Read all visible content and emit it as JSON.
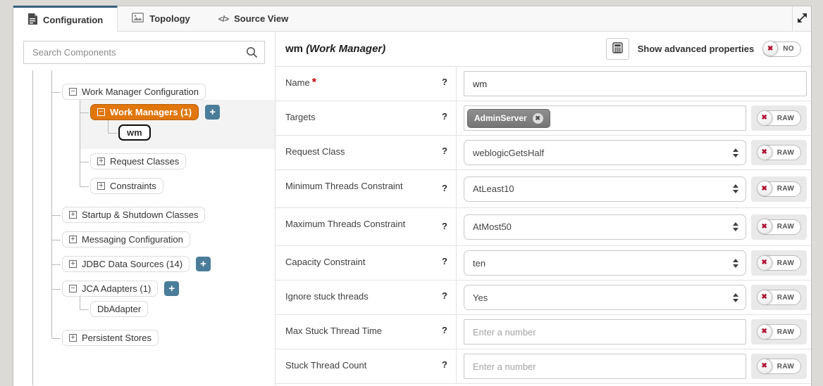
{
  "topbar": {
    "tabs": [
      {
        "label": "Configuration",
        "icon": "document-icon",
        "active": true
      },
      {
        "label": "Topology",
        "icon": "image-icon",
        "active": false
      },
      {
        "label": "Source View",
        "icon": "code-icon",
        "active": false
      }
    ],
    "expand_icon": "diagonal-resize-icon"
  },
  "sidebar": {
    "search_placeholder": "Search Components",
    "search_icon": "magnifier-icon",
    "tree": [
      {
        "label": "Work Manager Configuration",
        "expand": "expanded",
        "children": [
          {
            "label": "Work Managers (1)",
            "expand": "expanded",
            "selected": true,
            "add_button": true,
            "band": true,
            "children": [
              {
                "label": "wm",
                "expand": "leaf",
                "focused": true
              }
            ]
          },
          {
            "label": "Request Classes",
            "expand": "collapsed"
          },
          {
            "label": "Constraints",
            "expand": "collapsed"
          }
        ]
      },
      {
        "label": "Startup & Shutdown Classes",
        "expand": "collapsed"
      },
      {
        "label": "Messaging Configuration",
        "expand": "collapsed"
      },
      {
        "label": "JDBC Data Sources (14)",
        "expand": "collapsed",
        "add_button": true
      },
      {
        "label": "JCA Adapters (1)",
        "expand": "expanded",
        "add_button": true,
        "children": [
          {
            "label": "DbAdapter",
            "expand": "leaf"
          }
        ]
      },
      {
        "label": "Persistent Stores",
        "expand": "collapsed"
      }
    ]
  },
  "panel": {
    "title": "wm",
    "title_suffix": "(Work Manager)",
    "advanced_icon": "calculator-icon",
    "advanced_label": "Show advanced properties",
    "advanced_toggle_state": "NO",
    "raw_label": "RAW",
    "rows": [
      {
        "label": "Name",
        "required": true,
        "control": {
          "type": "text",
          "value": "wm"
        },
        "raw": false
      },
      {
        "label": "Targets",
        "control": {
          "type": "chips",
          "chips": [
            "AdminServer"
          ]
        },
        "raw": true
      },
      {
        "label": "Request Class",
        "control": {
          "type": "select",
          "value": "weblogicGetsHalf"
        },
        "raw": true
      },
      {
        "label": "Minimum Threads Constraint",
        "control": {
          "type": "select",
          "value": "AtLeast10"
        },
        "raw": true
      },
      {
        "label": "Maximum Threads Constraint",
        "control": {
          "type": "select",
          "value": "AtMost50"
        },
        "raw": true
      },
      {
        "label": "Capacity Constraint",
        "control": {
          "type": "select",
          "value": "ten"
        },
        "raw": true
      },
      {
        "label": "Ignore stuck threads",
        "control": {
          "type": "select",
          "value": "Yes"
        },
        "raw": true
      },
      {
        "label": "Max Stuck Thread Time",
        "control": {
          "type": "number",
          "placeholder": "Enter a number"
        },
        "raw": true
      },
      {
        "label": "Stuck Thread Count",
        "control": {
          "type": "number",
          "placeholder": "Enter a number"
        },
        "raw": true
      }
    ]
  },
  "glyphs": {
    "code_icon": "</>",
    "help": "?",
    "required": "*",
    "add": "+",
    "collapse": "−",
    "expand": "+",
    "chip_remove": "✖",
    "toggle_x": "✖"
  },
  "colors": {
    "selected_node_bg": "#e0760c",
    "add_button_bg": "#4a7d99",
    "active_tab_border": "#35607d",
    "toggle_x_color": "#b01031",
    "chip_bg": "#7f7f7f"
  }
}
